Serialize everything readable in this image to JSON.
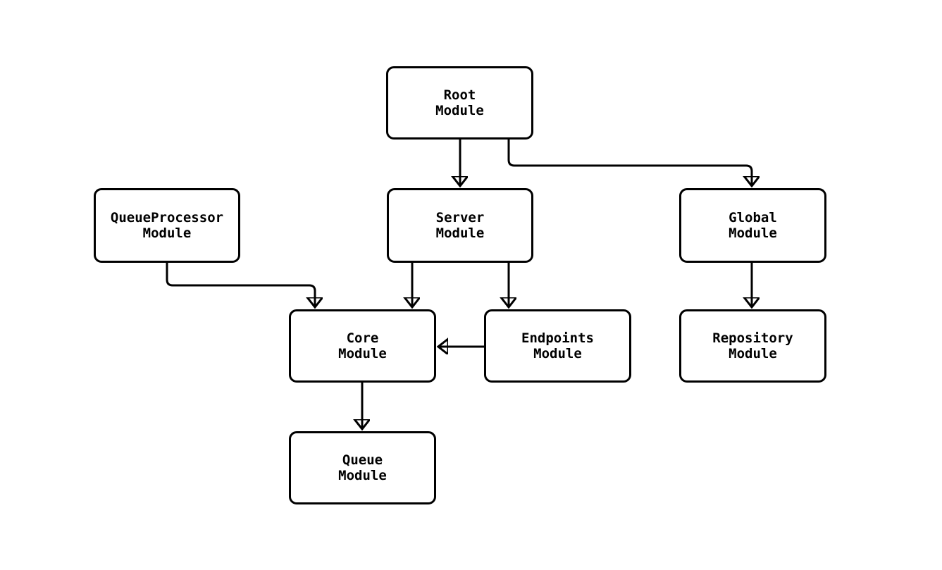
{
  "diagram": {
    "type": "flowchart",
    "background_color": "#ffffff",
    "node_fill_color": "#ffffff",
    "node_border_color": "#000000",
    "edge_color": "#000000",
    "text_color": "#000000",
    "nodes": [
      {
        "id": "root",
        "label": "Root\nModule"
      },
      {
        "id": "queueprocessor",
        "label": "QueueProcessor\nModule"
      },
      {
        "id": "server",
        "label": "Server\nModule"
      },
      {
        "id": "global",
        "label": "Global\nModule"
      },
      {
        "id": "core",
        "label": "Core\nModule"
      },
      {
        "id": "endpoints",
        "label": "Endpoints\nModule"
      },
      {
        "id": "repository",
        "label": "Repository\nModule"
      },
      {
        "id": "queue",
        "label": "Queue\nModule"
      }
    ],
    "edges": [
      {
        "from": "Root Module",
        "to": "Server Module"
      },
      {
        "from": "Root Module",
        "to": "Global Module"
      },
      {
        "from": "QueueProcessor Module",
        "to": "Core Module"
      },
      {
        "from": "Server Module",
        "to": "Core Module"
      },
      {
        "from": "Server Module",
        "to": "Endpoints Module"
      },
      {
        "from": "Endpoints Module",
        "to": "Core Module"
      },
      {
        "from": "Global Module",
        "to": "Repository Module"
      },
      {
        "from": "Core Module",
        "to": "Queue Module"
      }
    ]
  }
}
